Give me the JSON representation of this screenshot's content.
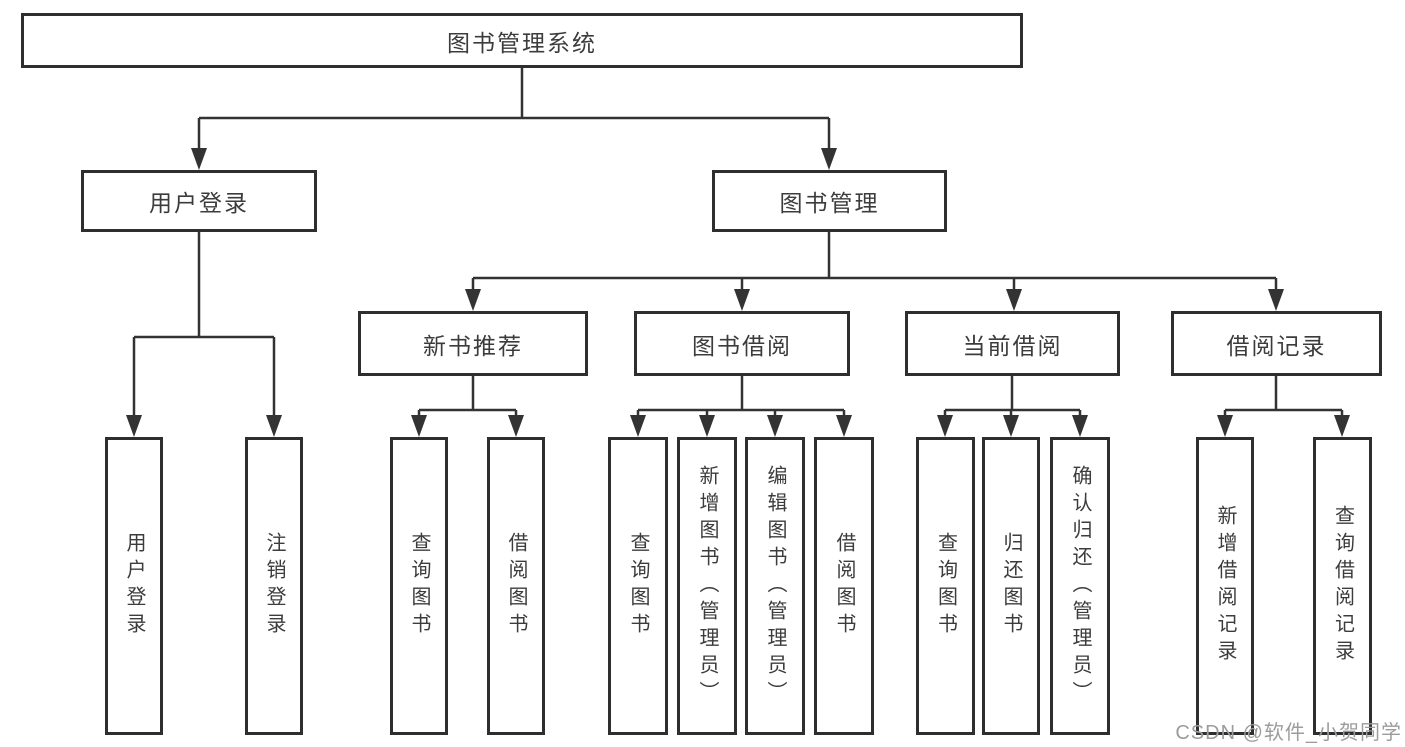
{
  "nodes": {
    "root": "图书管理系统",
    "user_login": "用户登录",
    "book_management": "图书管理",
    "new_book_recommendation": "新书推荐",
    "book_borrowing": "图书借阅",
    "current_borrowing": "当前借阅",
    "borrowing_records": "借阅记录",
    "leaf_user_login": "用户登录",
    "leaf_logout_login": "注销登录",
    "leaf_nbr_query_books": "查询图书",
    "leaf_nbr_borrow_books": "借阅图书",
    "leaf_bb_query_books": "查询图书",
    "leaf_bb_add_books": "新增图书（管理员）",
    "leaf_bb_edit_books": "编辑图书（管理员）",
    "leaf_bb_borrow_books": "借阅图书",
    "leaf_cb_query_books": "查询图书",
    "leaf_cb_return_books": "归还图书",
    "leaf_cb_confirm_return": "确认归还（管理员）",
    "leaf_br_add_record": "新增借阅记录",
    "leaf_br_query_record": "查询借阅记录"
  },
  "watermark": "CSDN @软件_小贺同学",
  "colors": {
    "line": "#333333",
    "border": "#2e2e2e",
    "text": "#3c3c3c",
    "background": "#ffffff",
    "watermark_text": "#9c9c9c"
  }
}
